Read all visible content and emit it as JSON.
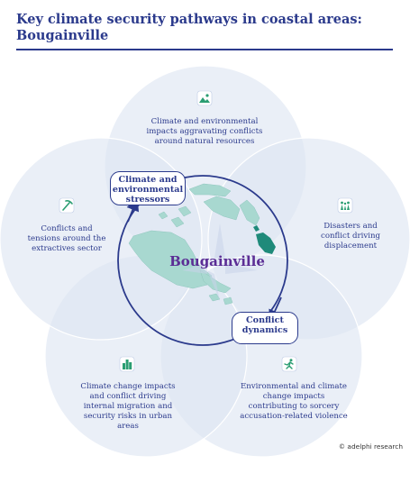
{
  "title": "Key climate security pathways in coastal areas: Bougainville",
  "colors": {
    "accent": "#2b3a8c",
    "petal_fill": "#dde5f2",
    "island_fill": "#a8d8d0",
    "island_highlight": "#1f8a7a",
    "center_label": "#5b2d95",
    "icon_green": "#2a9d72"
  },
  "center_label": "Bougainville",
  "cycle": {
    "stressors_label": "Climate and environmental stressors",
    "conflict_label": "Conflict dynamics"
  },
  "pathways": [
    {
      "id": "top",
      "icon": "landscape-icon",
      "text": "Climate and environmental impacts aggravating conflicts around natural resources"
    },
    {
      "id": "right",
      "icon": "family-icon",
      "text": "Disasters and conflict driving displacement"
    },
    {
      "id": "bottom-right",
      "icon": "runner-icon",
      "text": "Environmental and climate change impacts contributing to sorcery accusation-related violence"
    },
    {
      "id": "bottom-left",
      "icon": "city-icon",
      "text": "Climate change impacts and conflict driving internal migration and security risks in urban areas"
    },
    {
      "id": "left",
      "icon": "pickaxe-icon",
      "text": "Conflicts and tensions around the extractives sector"
    }
  ],
  "credit": "© adelphi research"
}
